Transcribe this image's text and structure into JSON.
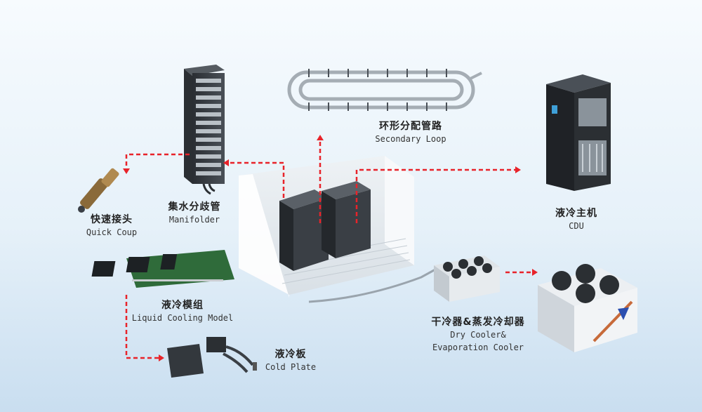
{
  "labels": {
    "secondary_loop": {
      "cn": "环形分配管路",
      "en": "Secondary Loop"
    },
    "manifolder": {
      "cn": "集水分歧管",
      "en": "Manifolder"
    },
    "quick_coup": {
      "cn": "快速接头",
      "en": "Quick Coup"
    },
    "cdu": {
      "cn": "液冷主机",
      "en": "CDU"
    },
    "liquid_cooling_model": {
      "cn": "液冷模组",
      "en": "Liquid Cooling Model"
    },
    "cold_plate": {
      "cn": "液冷板",
      "en": "Cold Plate"
    },
    "dry_cooler": {
      "cn": "干冷器&蒸发冷却器",
      "en1": "Dry Cooler&",
      "en2": "Evaporation Cooler"
    }
  },
  "colors": {
    "arrow": "#e8232a",
    "pipe": "#9aa4ad",
    "rack": "#3a3f45",
    "room_wall": "#f4f6f8"
  }
}
